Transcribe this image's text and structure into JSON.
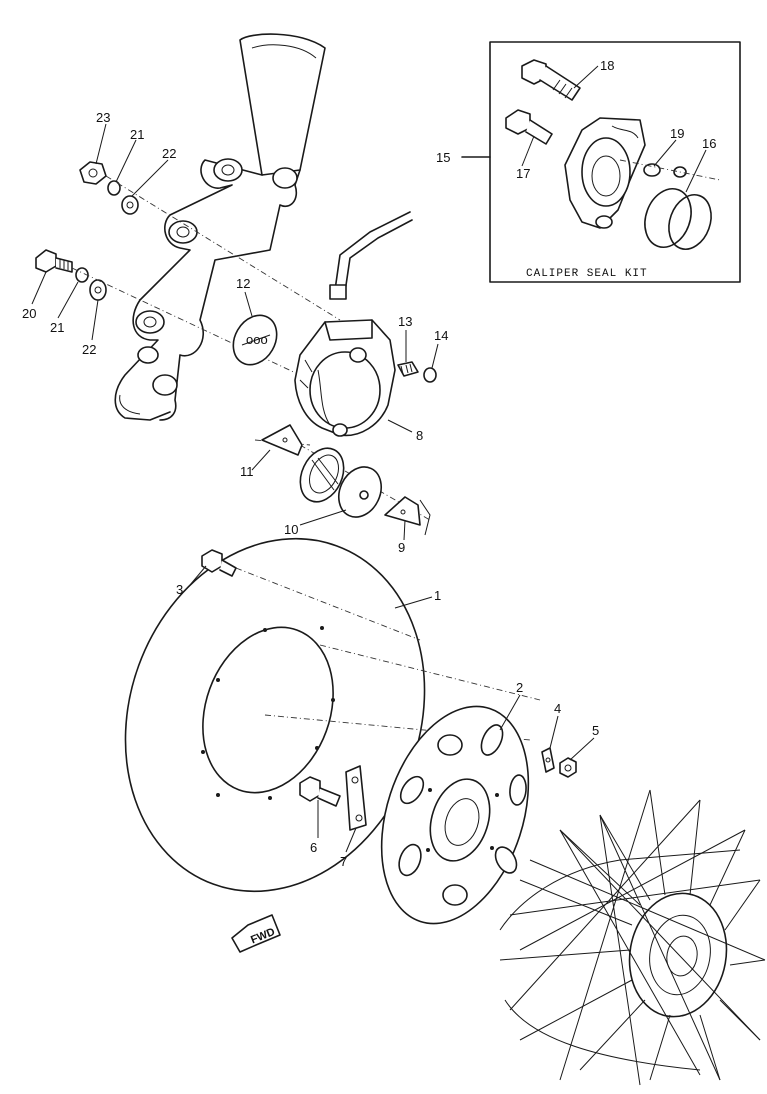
{
  "diagram": {
    "callouts": {
      "c1": "1",
      "c2": "2",
      "c3": "3",
      "c4": "4",
      "c5": "5",
      "c6": "6",
      "c7": "7",
      "c8": "8",
      "c9": "9",
      "c10": "10",
      "c11": "11",
      "c12": "12",
      "c13": "13",
      "c14": "14",
      "c15": "15",
      "c16": "16",
      "c17": "17",
      "c18": "18",
      "c19": "19",
      "c20": "20",
      "c21a": "21",
      "c21b": "21",
      "c22a": "22",
      "c22b": "22",
      "c23": "23"
    },
    "kit_label": "CALIPER SEAL KIT",
    "fwd_label": "FWD"
  }
}
